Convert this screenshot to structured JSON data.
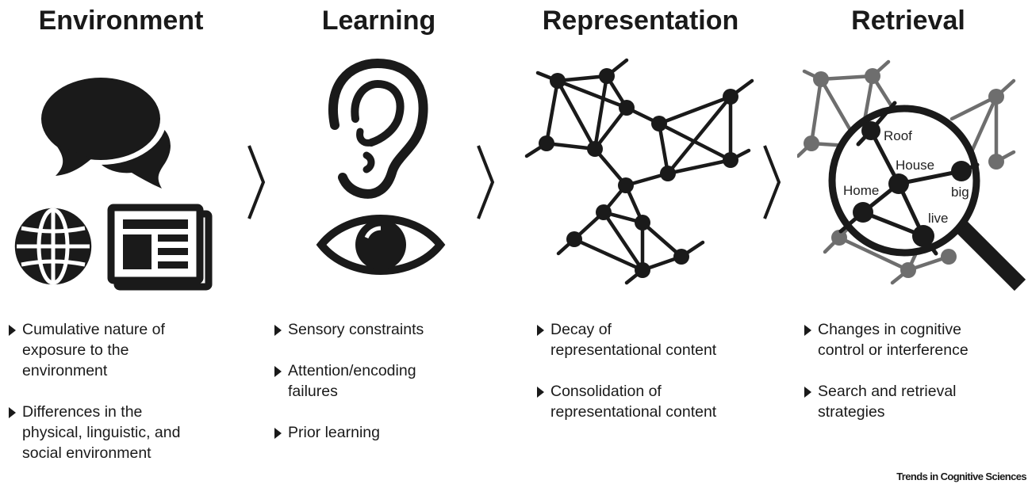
{
  "stages": [
    {
      "title": "Environment",
      "icons": [
        "speech-bubbles-icon",
        "globe-icon",
        "newspaper-icon"
      ],
      "bullets": [
        "Cumulative nature of\nexposure to the\nenvironment",
        "Differences in the\nphysical, linguistic, and\nsocial environment"
      ]
    },
    {
      "title": "Learning",
      "icons": [
        "ear-icon",
        "eye-icon"
      ],
      "bullets": [
        "Sensory constraints",
        "Attention/encoding\nfailures",
        "Prior learning"
      ]
    },
    {
      "title": "Representation",
      "icons": [
        "network-icon"
      ],
      "bullets": [
        "Decay of\nrepresentational content",
        "Consolidation of\nrepresentational content"
      ]
    },
    {
      "title": "Retrieval",
      "icons": [
        "magnifier-icon",
        "network-icon"
      ],
      "word_nodes": [
        "Roof",
        "House",
        "Home",
        "big",
        "live"
      ],
      "bullets": [
        "Changes in cognitive\ncontrol or interference",
        "Search and retrieval\nstrategies"
      ]
    }
  ],
  "separator_icon": "chevron-right-icon",
  "footer": {
    "brand": "Trends in Cognitive Sciences"
  },
  "colors": {
    "ink": "#1a1a1a",
    "muted_network": "#6e6e6e",
    "background": "#ffffff"
  }
}
